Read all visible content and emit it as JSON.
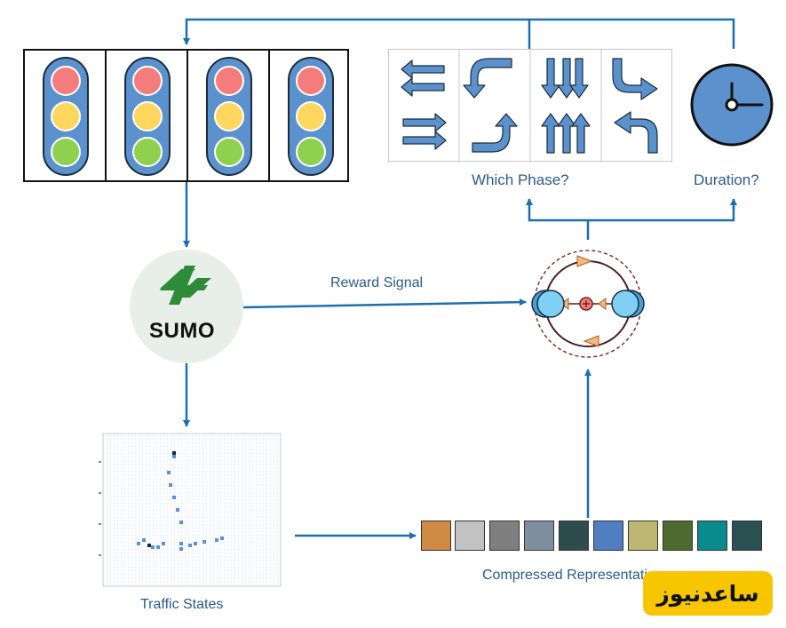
{
  "labels": {
    "which_phase": "Which Phase?",
    "duration": "Duration?",
    "reward_signal": "Reward Signal",
    "traffic_states": "Traffic States",
    "compressed_representation": "Compressed Representation",
    "sumo": "SUMO"
  },
  "traffic_lights": {
    "count": 4,
    "lamp_colors": [
      "#f47c7c",
      "#ffd75e",
      "#8fd14f"
    ]
  },
  "compressed_swatches": [
    "#d08a44",
    "#c2c2c2",
    "#7f7f7f",
    "#7f8fa0",
    "#2e4c4e",
    "#4f7fc0",
    "#bcb872",
    "#4e6a2e",
    "#0b8a8e",
    "#2a5052"
  ],
  "colors": {
    "arrow": "#1f6fae",
    "accent_blue": "#5b91cc",
    "sumo_green": "#2e8b3a"
  },
  "watermark": "ساعدنیوز"
}
